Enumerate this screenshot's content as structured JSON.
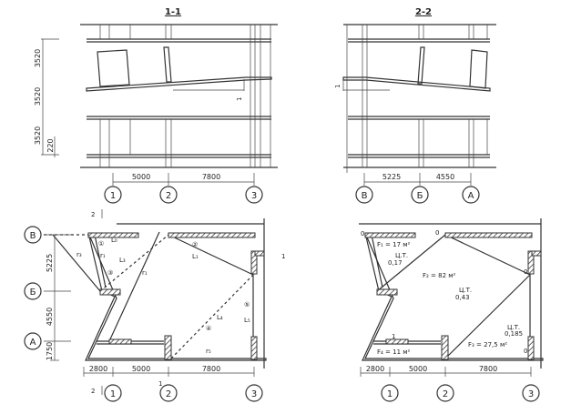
{
  "section_1": {
    "title": "1-1",
    "levels": [
      "3520",
      "3520",
      "3520",
      "220"
    ],
    "spans": [
      "5000",
      "7800"
    ],
    "axes": [
      "1",
      "2",
      "3"
    ],
    "slope": "1"
  },
  "section_2": {
    "title": "2-2",
    "spans": [
      "5225",
      "4550"
    ],
    "axes": [
      "В",
      "Б",
      "А"
    ],
    "slope": "1"
  },
  "plan_1": {
    "row_axes": [
      "В",
      "Б",
      "А"
    ],
    "row_dims": [
      "5225",
      "4550",
      "1750"
    ],
    "col_dims": [
      "2800",
      "5000",
      "7800"
    ],
    "col_axes": [
      "1",
      "2",
      "3"
    ],
    "cut_marks": [
      "2",
      "2",
      "1",
      "1"
    ],
    "segments": [
      {
        "n": "①",
        "l": "L₀"
      },
      {
        "n": "②",
        "l": "L₁"
      },
      {
        "n": "③",
        "l": "L₃"
      },
      {
        "n": "④",
        "l": "L₄"
      },
      {
        "n": "⑤",
        "l": "L₅"
      }
    ],
    "radii": [
      "r₃",
      "r₁",
      "r₁",
      "r₅"
    ]
  },
  "plan_2": {
    "areas": [
      "F₁ = 17 м²",
      "F₂ = 82 м²",
      "F₃ = 27,5 м²",
      "F₄ = 11 м²"
    ],
    "centroids": [
      {
        "m": "Ц.Т.",
        "v": "0,17"
      },
      {
        "m": "Ц.Т.",
        "v": "0,43"
      },
      {
        "m": "Ц.Т.",
        "v": "0,185"
      }
    ],
    "zeros": [
      "0",
      "0",
      "0",
      "0"
    ],
    "mark": "1",
    "col_dims": [
      "2800",
      "5000",
      "7800"
    ],
    "col_axes": [
      "1",
      "2",
      "3"
    ]
  }
}
